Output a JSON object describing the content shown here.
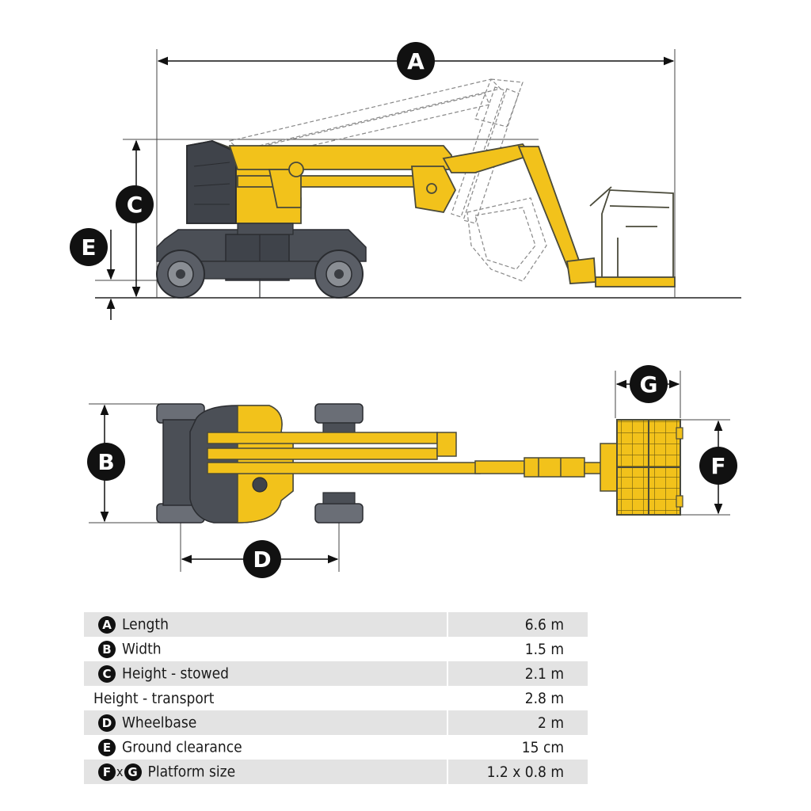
{
  "dimension_markers": [
    "A",
    "B",
    "C",
    "D",
    "E",
    "F",
    "G"
  ],
  "colors": {
    "boom_yellow": "#f2c21b",
    "boom_outline": "#4a4a3a",
    "chassis_dark": "#4b4f56",
    "wheel_dark": "#5a5e66",
    "marker_fill": "#111111",
    "row_shade": "#e3e3e3"
  },
  "specs": [
    {
      "badges": [
        "A"
      ],
      "label": "Length",
      "value": "6.6 m",
      "shaded": true
    },
    {
      "badges": [
        "B"
      ],
      "label": "Width",
      "value": "1.5 m",
      "shaded": false
    },
    {
      "badges": [
        "C"
      ],
      "label": "Height - stowed",
      "value": "2.1 m",
      "shaded": true
    },
    {
      "badges": [],
      "label": "Height - transport",
      "value": "2.8 m",
      "shaded": false
    },
    {
      "badges": [
        "D"
      ],
      "label": "Wheelbase",
      "value": "2 m",
      "shaded": true
    },
    {
      "badges": [
        "E"
      ],
      "label": "Ground clearance",
      "value": "15 cm",
      "shaded": false
    },
    {
      "badges": [
        "F",
        "G"
      ],
      "badge_joiner": "x",
      "label": "Platform size",
      "value": "1.2 x 0.8 m",
      "shaded": true
    }
  ]
}
